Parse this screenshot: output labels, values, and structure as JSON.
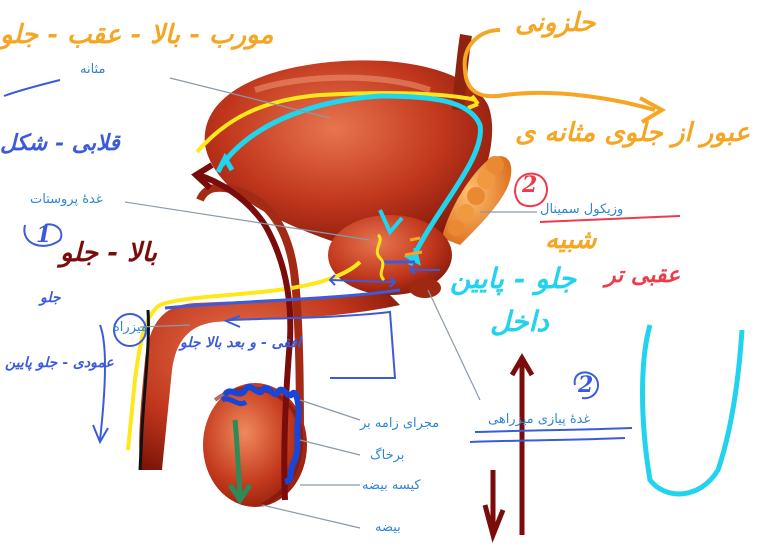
{
  "colors": {
    "organ_dark": "#7a1408",
    "organ_mid": "#c0361c",
    "organ_light": "#e8754f",
    "label_blue": "#2f86d6",
    "pen_yellow": "#ffe81a",
    "pen_cyan": "#1fd6f0",
    "pen_maroon": "#7b0c0c",
    "pen_orange": "#f5a623",
    "pen_blue": "#3b5bdb",
    "pen_red": "#ef3a4b",
    "pen_green": "#2e8b57",
    "seminal_orange": "#f0862a"
  },
  "printed_labels": {
    "bladder": "مثانه",
    "prostate": "غدۀ پروستات",
    "seminal_vesicle": "وزیکول سمینال",
    "urethra": "میزراه",
    "bulbourethral": "غدۀ پیازی میزراهی",
    "vas_deferens": "مجرای زامه بر",
    "epididymis": "برخاگ",
    "scrotum": "کیسه بیضه",
    "testis": "بیضه"
  },
  "handwriting": {
    "top_orange": "مورب - بالا - عقب - جلو",
    "ampoule": "حلزونی",
    "pass_behind_bladder": "عبور از جلوی مثانه ی",
    "left_curvy": "قلابی - شکل",
    "circle_one": "1",
    "up_front": "بالا - جلو",
    "down_front": "جلو",
    "horizontal_front": "افقی - و بعد بالا جلو",
    "urethra_note": "عمودی - جلو پایین",
    "circle_two_a": "2",
    "kind": "شبیه",
    "below_note": "عقبی تر",
    "front_down": "جلو - پایین",
    "inside": "داخل",
    "circle_two_b": "2"
  }
}
